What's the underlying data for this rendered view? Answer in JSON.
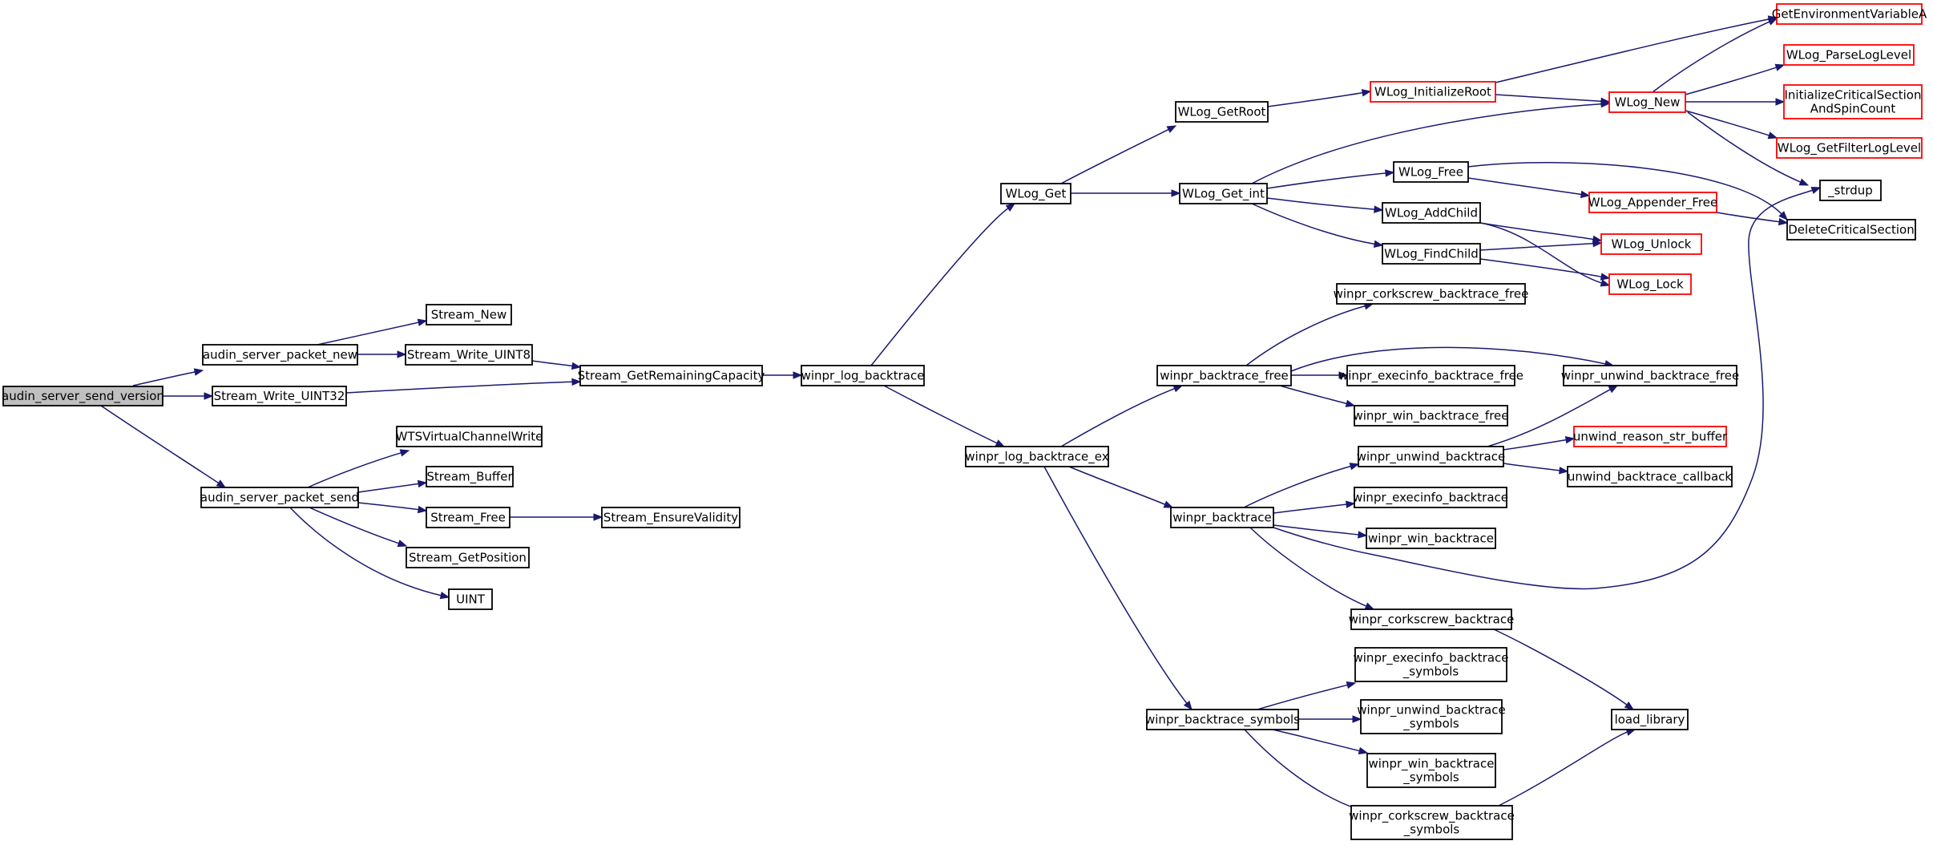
{
  "graph": {
    "colors": {
      "edge": "#191970",
      "box_border": "#000000",
      "box_border_truncated": "#ff0000",
      "root_fill": "#bfbfbf",
      "box_fill": "#ffffff"
    },
    "nodes": [
      {
        "id": "n_root",
        "lines": [
          "audin_server_send_version"
        ],
        "style": "root"
      },
      {
        "id": "n_apnew",
        "lines": [
          "audin_server_packet_new"
        ],
        "style": "normal"
      },
      {
        "id": "n_swu32",
        "lines": [
          "Stream_Write_UINT32"
        ],
        "style": "normal"
      },
      {
        "id": "n_apsend",
        "lines": [
          "audin_server_packet_send"
        ],
        "style": "normal"
      },
      {
        "id": "n_snew",
        "lines": [
          "Stream_New"
        ],
        "style": "normal"
      },
      {
        "id": "n_swu8",
        "lines": [
          "Stream_Write_UINT8"
        ],
        "style": "normal"
      },
      {
        "id": "n_sgrc",
        "lines": [
          "Stream_GetRemainingCapacity"
        ],
        "style": "normal"
      },
      {
        "id": "n_wtsvcw",
        "lines": [
          "WTSVirtualChannelWrite"
        ],
        "style": "normal"
      },
      {
        "id": "n_sbuf",
        "lines": [
          "Stream_Buffer"
        ],
        "style": "normal"
      },
      {
        "id": "n_sfree",
        "lines": [
          "Stream_Free"
        ],
        "style": "normal"
      },
      {
        "id": "n_sgpos",
        "lines": [
          "Stream_GetPosition"
        ],
        "style": "normal"
      },
      {
        "id": "n_uint",
        "lines": [
          "UINT"
        ],
        "style": "normal"
      },
      {
        "id": "n_sev",
        "lines": [
          "Stream_EnsureValidity"
        ],
        "style": "normal"
      },
      {
        "id": "n_wlb",
        "lines": [
          "winpr_log_backtrace"
        ],
        "style": "normal"
      },
      {
        "id": "n_wlbex",
        "lines": [
          "winpr_log_backtrace_ex"
        ],
        "style": "normal"
      },
      {
        "id": "n_wlget",
        "lines": [
          "WLog_Get"
        ],
        "style": "normal"
      },
      {
        "id": "n_wlgetroot",
        "lines": [
          "WLog_GetRoot"
        ],
        "style": "normal"
      },
      {
        "id": "n_wlgetint",
        "lines": [
          "WLog_Get_int"
        ],
        "style": "normal"
      },
      {
        "id": "n_wlinitroot",
        "lines": [
          "WLog_InitializeRoot"
        ],
        "style": "truncated"
      },
      {
        "id": "n_wlnew",
        "lines": [
          "WLog_New"
        ],
        "style": "truncated"
      },
      {
        "id": "n_wlfree",
        "lines": [
          "WLog_Free"
        ],
        "style": "normal"
      },
      {
        "id": "n_wladdchild",
        "lines": [
          "WLog_AddChild"
        ],
        "style": "normal"
      },
      {
        "id": "n_wlfindchild",
        "lines": [
          "WLog_FindChild"
        ],
        "style": "normal"
      },
      {
        "id": "n_getenv",
        "lines": [
          "GetEnvironmentVariableA"
        ],
        "style": "truncated"
      },
      {
        "id": "n_wlparse",
        "lines": [
          "WLog_ParseLogLevel"
        ],
        "style": "truncated"
      },
      {
        "id": "n_initcs",
        "lines": [
          "InitializeCriticalSection",
          "AndSpinCount"
        ],
        "style": "truncated"
      },
      {
        "id": "n_wlfilter",
        "lines": [
          "WLog_GetFilterLogLevel"
        ],
        "style": "truncated"
      },
      {
        "id": "n_strdup",
        "lines": [
          "_strdup"
        ],
        "style": "normal"
      },
      {
        "id": "n_delcs",
        "lines": [
          "DeleteCriticalSection"
        ],
        "style": "normal"
      },
      {
        "id": "n_wlappfree",
        "lines": [
          "WLog_Appender_Free"
        ],
        "style": "truncated"
      },
      {
        "id": "n_wlunlock",
        "lines": [
          "WLog_Unlock"
        ],
        "style": "truncated"
      },
      {
        "id": "n_wllock",
        "lines": [
          "WLog_Lock"
        ],
        "style": "truncated"
      },
      {
        "id": "n_wbfree",
        "lines": [
          "winpr_backtrace_free"
        ],
        "style": "normal"
      },
      {
        "id": "n_wcsbfree",
        "lines": [
          "winpr_corkscrew_backtrace_free"
        ],
        "style": "normal"
      },
      {
        "id": "n_webfree",
        "lines": [
          "winpr_execinfo_backtrace_free"
        ],
        "style": "normal"
      },
      {
        "id": "n_wubfree",
        "lines": [
          "winpr_unwind_backtrace_free"
        ],
        "style": "normal"
      },
      {
        "id": "n_wwbfree",
        "lines": [
          "winpr_win_backtrace_free"
        ],
        "style": "normal"
      },
      {
        "id": "n_wbt",
        "lines": [
          "winpr_backtrace"
        ],
        "style": "normal"
      },
      {
        "id": "n_wubt",
        "lines": [
          "winpr_unwind_backtrace"
        ],
        "style": "normal"
      },
      {
        "id": "n_unwreason",
        "lines": [
          "unwind_reason_str_buffer"
        ],
        "style": "truncated"
      },
      {
        "id": "n_unwcb",
        "lines": [
          "unwind_backtrace_callback"
        ],
        "style": "normal"
      },
      {
        "id": "n_webt",
        "lines": [
          "winpr_execinfo_backtrace"
        ],
        "style": "normal"
      },
      {
        "id": "n_wwbt",
        "lines": [
          "winpr_win_backtrace"
        ],
        "style": "normal"
      },
      {
        "id": "n_wcsbt",
        "lines": [
          "winpr_corkscrew_backtrace"
        ],
        "style": "normal"
      },
      {
        "id": "n_loadlib",
        "lines": [
          "load_library"
        ],
        "style": "normal"
      },
      {
        "id": "n_wbsym",
        "lines": [
          "winpr_backtrace_symbols"
        ],
        "style": "normal"
      },
      {
        "id": "n_websym",
        "lines": [
          "winpr_execinfo_backtrace",
          "_symbols"
        ],
        "style": "normal"
      },
      {
        "id": "n_wubsym",
        "lines": [
          "winpr_unwind_backtrace",
          "_symbols"
        ],
        "style": "normal"
      },
      {
        "id": "n_wwbsym",
        "lines": [
          "winpr_win_backtrace",
          "_symbols"
        ],
        "style": "normal"
      },
      {
        "id": "n_wcsbsym",
        "lines": [
          "winpr_corkscrew_backtrace",
          "_symbols"
        ],
        "style": "normal"
      }
    ],
    "edges": [
      [
        "n_root",
        "n_apnew"
      ],
      [
        "n_root",
        "n_swu32"
      ],
      [
        "n_root",
        "n_apsend"
      ],
      [
        "n_apnew",
        "n_snew"
      ],
      [
        "n_apnew",
        "n_swu8"
      ],
      [
        "n_swu8",
        "n_sgrc"
      ],
      [
        "n_swu32",
        "n_sgrc"
      ],
      [
        "n_sgrc",
        "n_wlb"
      ],
      [
        "n_apsend",
        "n_wtsvcw"
      ],
      [
        "n_apsend",
        "n_sbuf"
      ],
      [
        "n_apsend",
        "n_sfree"
      ],
      [
        "n_apsend",
        "n_sgpos"
      ],
      [
        "n_apsend",
        "n_uint"
      ],
      [
        "n_sfree",
        "n_sev"
      ],
      [
        "n_wlb",
        "n_wlget"
      ],
      [
        "n_wlb",
        "n_wlbex"
      ],
      [
        "n_wlget",
        "n_wlgetroot"
      ],
      [
        "n_wlget",
        "n_wlgetint"
      ],
      [
        "n_wlgetroot",
        "n_wlinitroot"
      ],
      [
        "n_wlinitroot",
        "n_getenv"
      ],
      [
        "n_wlinitroot",
        "n_wlnew"
      ],
      [
        "n_wlgetint",
        "n_wlnew"
      ],
      [
        "n_wlgetint",
        "n_wlfree"
      ],
      [
        "n_wlgetint",
        "n_wladdchild"
      ],
      [
        "n_wlgetint",
        "n_wlfindchild"
      ],
      [
        "n_wlnew",
        "n_getenv"
      ],
      [
        "n_wlnew",
        "n_wlparse"
      ],
      [
        "n_wlnew",
        "n_initcs"
      ],
      [
        "n_wlnew",
        "n_wlfilter"
      ],
      [
        "n_wlnew",
        "n_strdup"
      ],
      [
        "n_wlfree",
        "n_wlappfree"
      ],
      [
        "n_wlfree",
        "n_delcs"
      ],
      [
        "n_wlappfree",
        "n_delcs"
      ],
      [
        "n_wladdchild",
        "n_wlunlock"
      ],
      [
        "n_wladdchild",
        "n_wllock"
      ],
      [
        "n_wlfindchild",
        "n_wlunlock"
      ],
      [
        "n_wlfindchild",
        "n_wllock"
      ],
      [
        "n_wlbex",
        "n_wbfree"
      ],
      [
        "n_wlbex",
        "n_wbt"
      ],
      [
        "n_wlbex",
        "n_wbsym"
      ],
      [
        "n_wbfree",
        "n_wcsbfree"
      ],
      [
        "n_wbfree",
        "n_webfree"
      ],
      [
        "n_wbfree",
        "n_wubfree"
      ],
      [
        "n_wbfree",
        "n_wwbfree"
      ],
      [
        "n_wbt",
        "n_wubt"
      ],
      [
        "n_wbt",
        "n_webt"
      ],
      [
        "n_wbt",
        "n_wwbt"
      ],
      [
        "n_wbt",
        "n_wcsbt"
      ],
      [
        "n_wbt",
        "n_strdup"
      ],
      [
        "n_wubt",
        "n_wubfree"
      ],
      [
        "n_wubt",
        "n_unwreason"
      ],
      [
        "n_wubt",
        "n_unwcb"
      ],
      [
        "n_wcsbt",
        "n_loadlib"
      ],
      [
        "n_wbsym",
        "n_websym"
      ],
      [
        "n_wbsym",
        "n_wubsym"
      ],
      [
        "n_wbsym",
        "n_wwbsym"
      ],
      [
        "n_wbsym",
        "n_wcsbsym"
      ],
      [
        "n_wcsbsym",
        "n_loadlib"
      ]
    ]
  }
}
